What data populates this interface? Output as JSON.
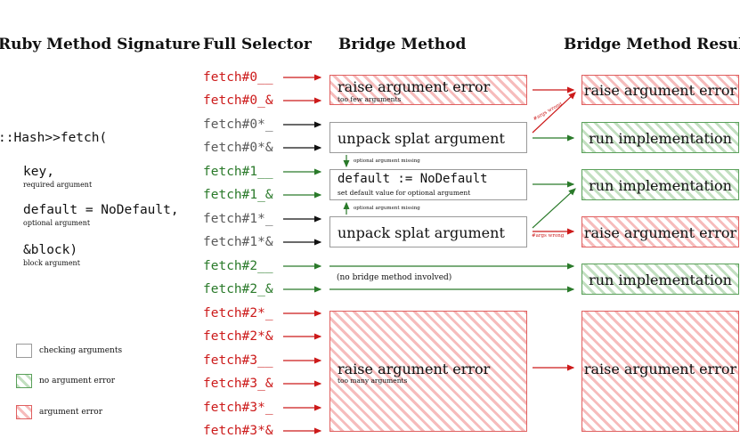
{
  "headers": {
    "signature": "Ruby Method Signature",
    "selector": "Full Selector",
    "bridge": "Bridge Method",
    "result": "Bridge Method Result"
  },
  "signature": {
    "call": "::Hash>>fetch(",
    "key": "key,",
    "key_note": "required argument",
    "default": "default = NoDefault,",
    "default_note": "optional argument",
    "block": "&block)",
    "block_note": "block argument"
  },
  "selectors": [
    {
      "label": "fetch#0__",
      "status": "error"
    },
    {
      "label": "fetch#0_&",
      "status": "error"
    },
    {
      "label": "fetch#0*_",
      "status": "check"
    },
    {
      "label": "fetch#0*&",
      "status": "check"
    },
    {
      "label": "fetch#1__",
      "status": "ok"
    },
    {
      "label": "fetch#1_&",
      "status": "ok"
    },
    {
      "label": "fetch#1*_",
      "status": "check"
    },
    {
      "label": "fetch#1*&",
      "status": "check"
    },
    {
      "label": "fetch#2__",
      "status": "ok"
    },
    {
      "label": "fetch#2_&",
      "status": "ok"
    },
    {
      "label": "fetch#2*_",
      "status": "error"
    },
    {
      "label": "fetch#2*&",
      "status": "error"
    },
    {
      "label": "fetch#3__",
      "status": "error"
    },
    {
      "label": "fetch#3_&",
      "status": "error"
    },
    {
      "label": "fetch#3*_",
      "status": "error"
    },
    {
      "label": "fetch#3*&",
      "status": "error"
    }
  ],
  "bridge": {
    "too_few": {
      "title": "raise argument error",
      "note": "too few arguments"
    },
    "unpack1": {
      "title": "unpack splat argument"
    },
    "default": {
      "title": "default := NoDefault",
      "note": "set default value for optional argument"
    },
    "unpack2": {
      "title": "unpack splat argument"
    },
    "none": {
      "title": "(no bridge method involved)"
    },
    "too_many": {
      "title": "raise argument error",
      "note": "too many arguments"
    },
    "missing_note_1": "optional argument missing",
    "missing_note_2": "optional argument missing",
    "args_wrong_1": "#args wrong",
    "args_wrong_2": "#args wrong"
  },
  "results": {
    "r1": "raise argument error",
    "r2": "run implementation",
    "r3": "run implementation",
    "r4": "raise argument error",
    "r5": "run implementation",
    "r6": "raise argument error"
  },
  "legend": {
    "check": "checking arguments",
    "ok": "no argument error",
    "error": "argument error"
  },
  "colors": {
    "error": "#cc1a1a",
    "ok": "#2a7a2a",
    "check": "#111111"
  }
}
